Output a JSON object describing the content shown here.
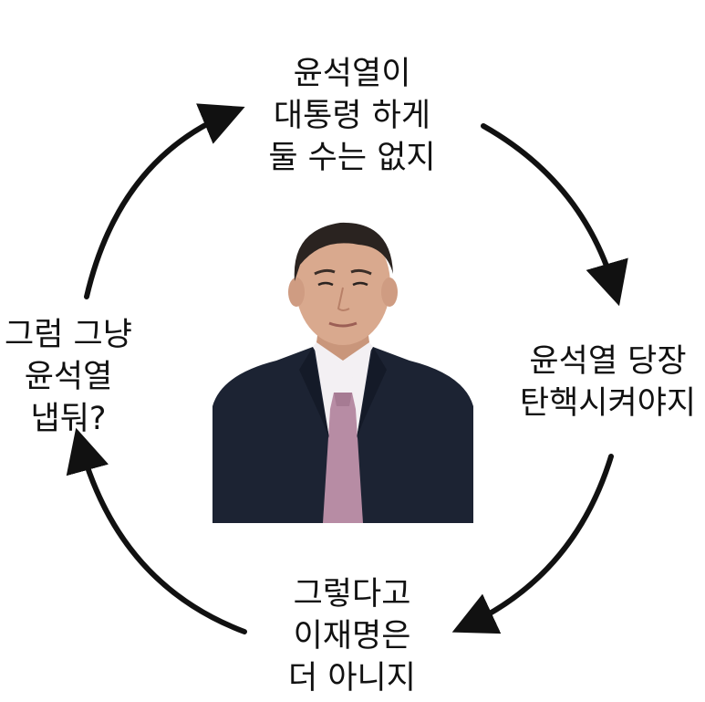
{
  "captions": {
    "top": [
      "윤석열이",
      "대통령 하게",
      "둘 수는 없지"
    ],
    "right": [
      "윤석열 당장",
      "탄핵시켜야지"
    ],
    "bottom": [
      "그렇다고",
      "이재명은",
      "더 아니지"
    ],
    "left": [
      "그럼 그냥",
      "윤석열",
      "냅둬?"
    ]
  },
  "colors": {
    "background": "#ffffff",
    "text": "#111111",
    "arrow": "#111111",
    "suit": "#1c2333",
    "tie": "#b78ca4",
    "shirt": "#f3f0f3",
    "skin": "#d9a98e",
    "hair": "#2a2320"
  },
  "icons": {
    "cycle_arrows": "clockwise-cycle-arrows"
  }
}
